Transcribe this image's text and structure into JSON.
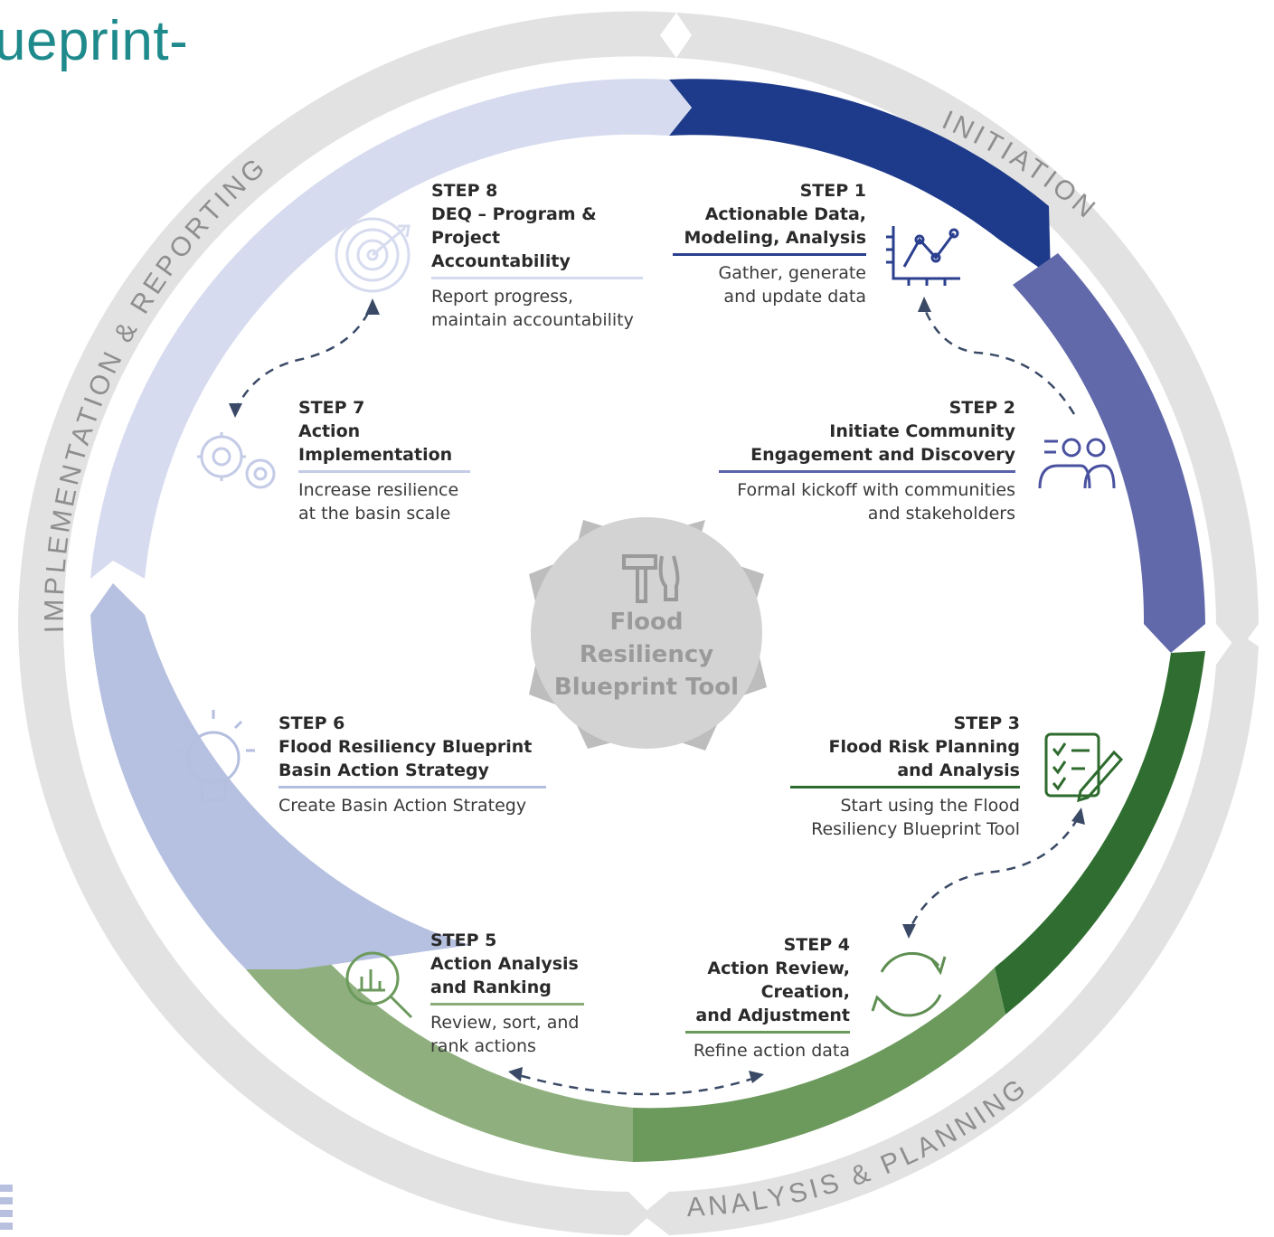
{
  "heading": "ueprint-",
  "phases": {
    "initiation": "INITIATION",
    "analysis_planning": "ANALYSIS & PLANNING",
    "implementation_reporting": "IMPLEMENTATION & REPORTING"
  },
  "center": {
    "line1": "Flood",
    "line2": "Resiliency",
    "line3": "Blueprint Tool",
    "icon": "tools-icon"
  },
  "steps": [
    {
      "num": "STEP 1",
      "name1": "Actionable Data,",
      "name2": "Modeling, Analysis",
      "desc1": "Gather, generate",
      "desc2": "and update data",
      "icon": "line-chart-icon",
      "color": "#1e3a8a"
    },
    {
      "num": "STEP 2",
      "name1": "Initiate Community",
      "name2": "Engagement and Discovery",
      "desc1": "Formal kickoff with communities",
      "desc2": "and stakeholders",
      "icon": "community-icon",
      "color": "#5a63a8"
    },
    {
      "num": "STEP 3",
      "name1": "Flood Risk Planning",
      "name2": "and Analysis",
      "desc1": "Start using the Flood",
      "desc2": "Resiliency Blueprint Tool",
      "icon": "checklist-icon",
      "color": "#2e6b2e"
    },
    {
      "num": "STEP 4",
      "name1": "Action Review,",
      "name2": "Creation,",
      "name3": "and Adjustment",
      "desc1": "Refine action data",
      "icon": "refresh-icon",
      "color": "#6a9a5a"
    },
    {
      "num": "STEP 5",
      "name1": "Action Analysis",
      "name2": "and Ranking",
      "desc1": "Review, sort, and",
      "desc2": "rank actions",
      "icon": "magnify-chart-icon",
      "color": "#8aac78"
    },
    {
      "num": "STEP 6",
      "name1": "Flood Resiliency Blueprint",
      "name2": "Basin Action Strategy",
      "desc1": "Create Basin Action Strategy",
      "icon": "lightbulb-icon",
      "color": "#b4bedf"
    },
    {
      "num": "STEP 7",
      "name1": "Action",
      "name2": "Implementation",
      "desc1": "Increase resilience",
      "desc2": "at the basin scale",
      "icon": "gears-icon",
      "color": "#c4cbe6"
    },
    {
      "num": "STEP 8",
      "name1": "DEQ – Program &",
      "name2": "Project Accountability",
      "desc1": "Report progress,",
      "desc2": "maintain accountability",
      "icon": "target-icon",
      "color": "#d4d9ee"
    }
  ],
  "colors": {
    "outer_ring": "#e2e2e2",
    "arrow_step1": "#1e3a8a",
    "arrow_step2": "#5a63a8",
    "arrow_step3": "#2e6b2e",
    "arrow_step4": "#6a9a5a",
    "arrow_step5": "#8aac78",
    "arrow_step6": "#b4bedf",
    "arrow_step8": "#d8dcef",
    "heading": "#1f8a8c"
  }
}
